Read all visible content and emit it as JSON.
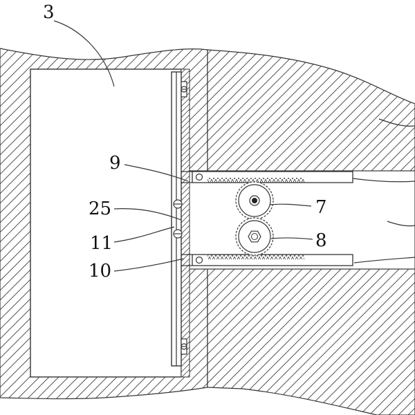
{
  "labels": {
    "l3": "3",
    "l9": "9",
    "l25": "25",
    "l11": "11",
    "l10": "10",
    "l7": "7",
    "l8": "8"
  },
  "colors": {
    "ink": "#333333",
    "background": "#ffffff"
  }
}
